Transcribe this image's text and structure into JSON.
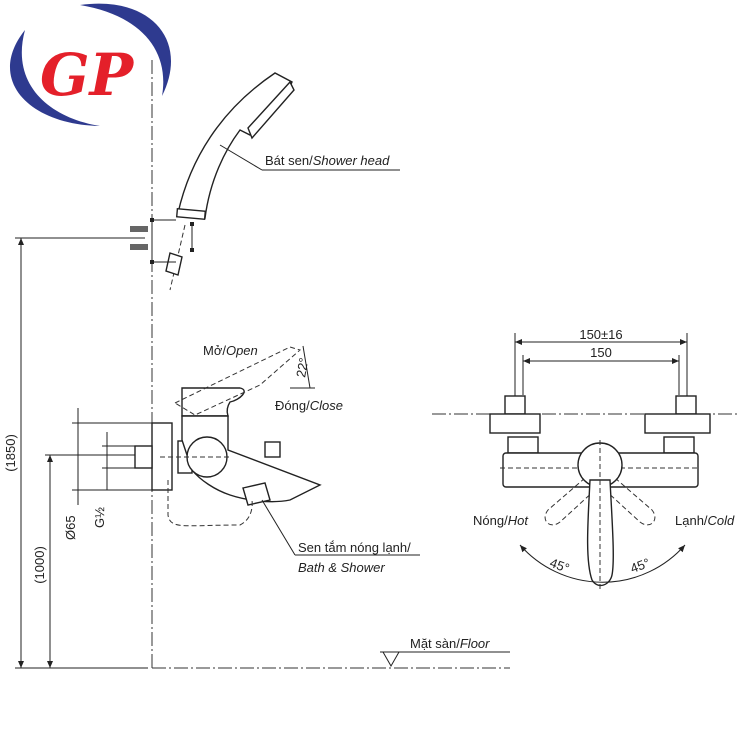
{
  "logo": {
    "text": "GP",
    "colors": {
      "ring": "#2e3a8f",
      "letters": "#e4202a"
    }
  },
  "labels": {
    "shower_head": {
      "vi": "Bát sen/",
      "en": "Shower head"
    },
    "open": {
      "vi": "Mở/",
      "en": "Open"
    },
    "close": {
      "vi": "Đóng/",
      "en": "Close"
    },
    "lever_angle": "22°",
    "bath_shower": {
      "vi": "Sen tắm nóng lạnh/",
      "en": "Bath & Shower"
    },
    "floor": {
      "vi": "Mặt sàn/",
      "en": "Floor"
    },
    "hot": {
      "vi": "Nóng/",
      "en": "Hot"
    },
    "cold": {
      "vi": "Lạnh/",
      "en": "Cold"
    },
    "angle_left": "45°",
    "angle_right": "45°"
  },
  "dimensions": {
    "total_height": "(1850)",
    "mixer_height": "(1000)",
    "plate_diameter": "Ø65",
    "thread": "G½",
    "centers_tolerance": "150±16",
    "centers": "150"
  }
}
